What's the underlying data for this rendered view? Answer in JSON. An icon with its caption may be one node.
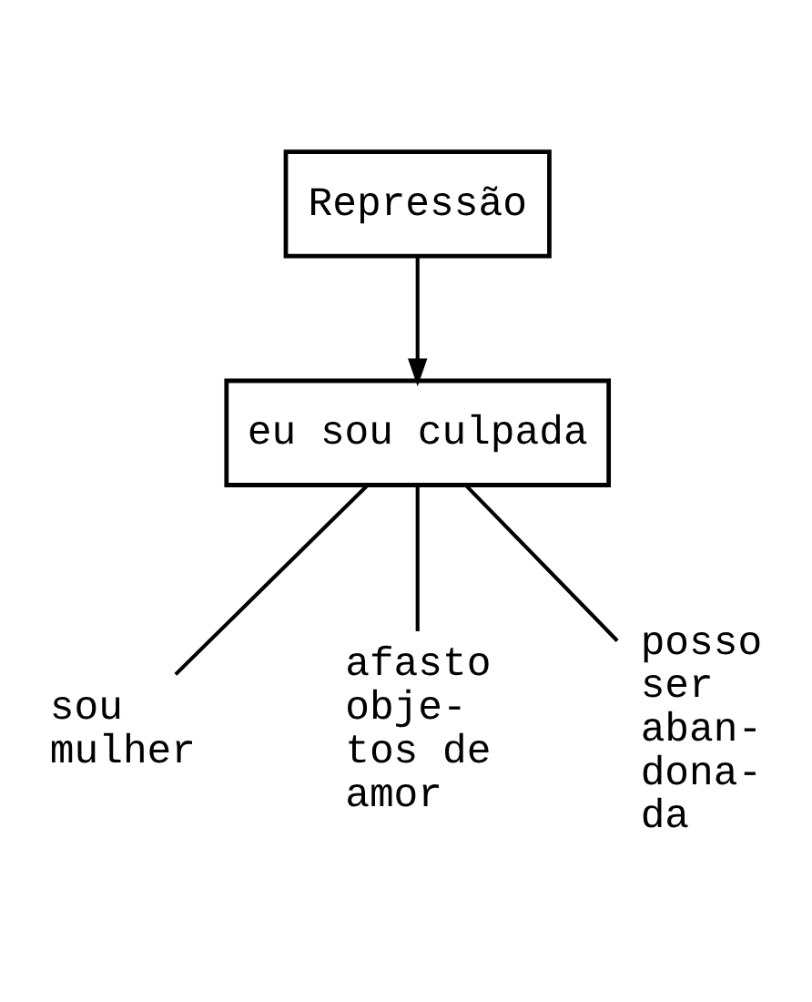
{
  "diagram": {
    "nodes": [
      {
        "text": [
          "Repressão"
        ]
      },
      {
        "text": [
          "eu sou culpada"
        ]
      },
      {
        "text": [
          "sou mulher"
        ]
      },
      {
        "text": [
          "afasto obje- tos de amor"
        ]
      },
      {
        "text": [
          "posso ser aban- dona- da"
        ]
      }
    ],
    "edges": [
      {
        "from": 0,
        "to": 1,
        "arrow": "to"
      },
      {
        "from": 1,
        "to": 2,
        "arrow": "none"
      },
      {
        "from": 1,
        "to": 3,
        "arrow": "none"
      },
      {
        "from": 1,
        "to": 4,
        "arrow": "none"
      }
    ]
  }
}
